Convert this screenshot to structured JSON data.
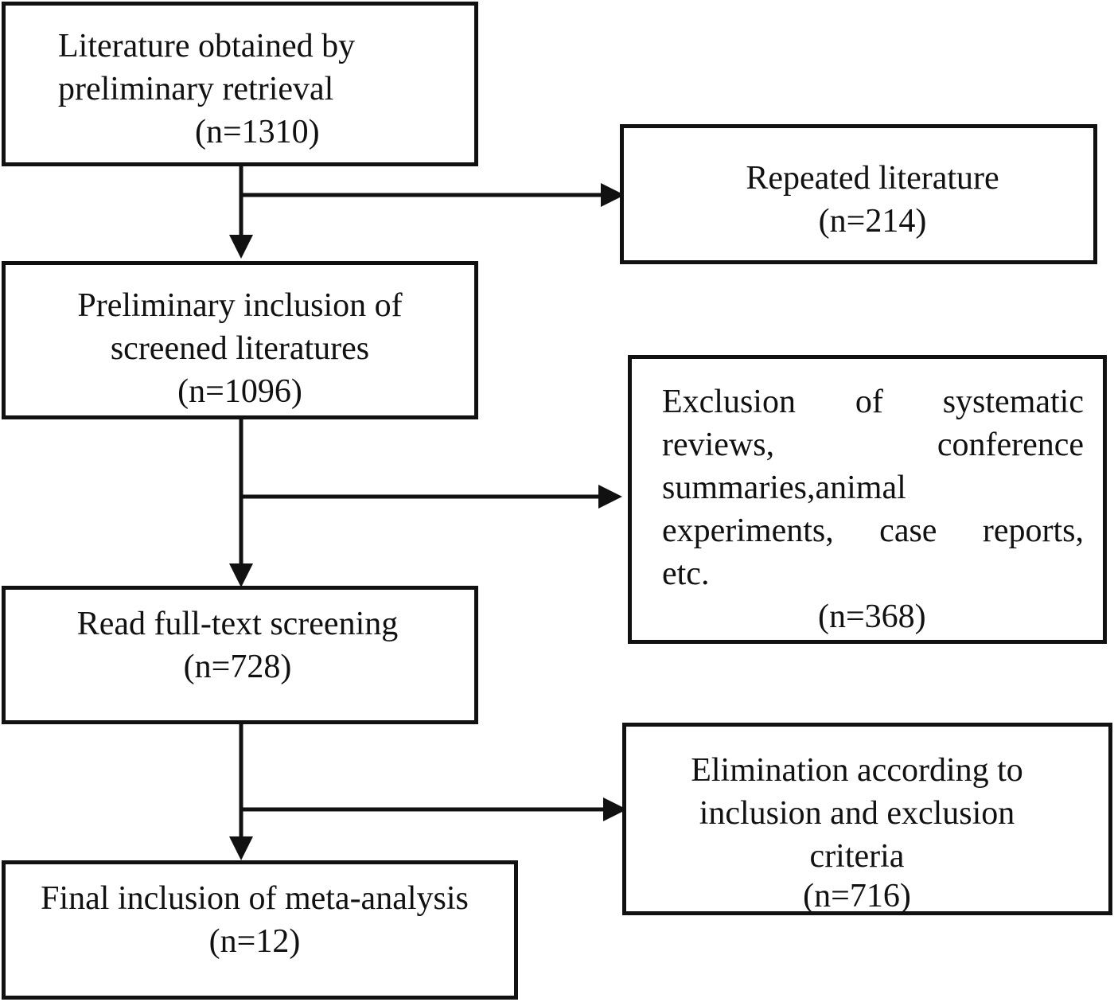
{
  "main_flow": [
    {
      "id": "retrieval",
      "lines": [
        "Literature obtained by",
        "preliminary retrieval"
      ],
      "count": "(n=1310)"
    },
    {
      "id": "preliminary-inclusion",
      "lines": [
        "Preliminary inclusion of",
        "screened literatures"
      ],
      "count": "(n=1096)"
    },
    {
      "id": "full-text",
      "lines": [
        "Read full-text screening"
      ],
      "count": "(n=728)"
    },
    {
      "id": "final",
      "lines": [
        "Final inclusion of meta-analysis"
      ],
      "count": "(n=12)"
    }
  ],
  "exclusions": [
    {
      "id": "repeated",
      "lines": [
        "Repeated literature"
      ],
      "count": "(n=214)"
    },
    {
      "id": "systematic-reviews",
      "lines": [
        "Exclusion of systematic",
        "reviews, conference",
        "summaries,animal",
        "experiments, case reports,",
        "etc."
      ],
      "count": "(n=368)"
    },
    {
      "id": "criteria",
      "lines": [
        "Elimination according to",
        "inclusion and exclusion",
        "criteria"
      ],
      "count": "(n=716)"
    }
  ]
}
